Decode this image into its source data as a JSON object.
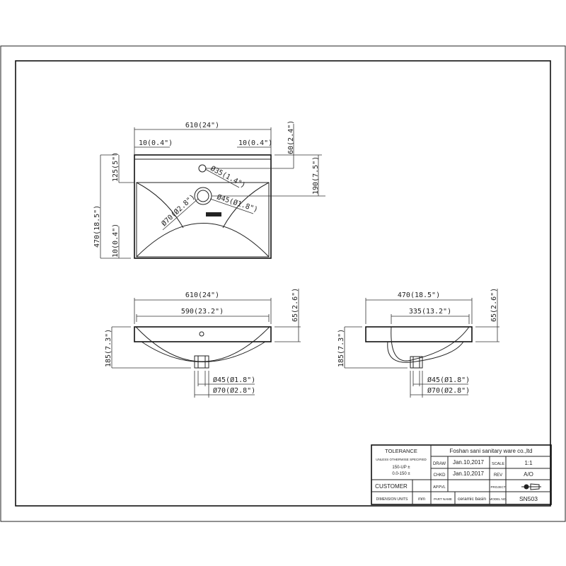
{
  "top_view": {
    "width": "610(24\")",
    "edge_left": "10(0.4\")",
    "edge_right": "10(0.4\")",
    "overflow_offset": "60(2.4\")",
    "depth": "470(18.5\")",
    "deck": "125(5\")",
    "bottom_edge": "10(0.4\")",
    "drain_offset": "190(7.5\")",
    "overflow_dia": "Ø35(1.4\")",
    "drain_dia": "Ø45(Ø1.8\")",
    "drain_outer_dia": "Ø70(Ø2.8\")"
  },
  "front_view": {
    "width": "610(24\")",
    "inner_width": "590(23.2\")",
    "rim_height": "65(2.6\")",
    "height": "185(7.3\")",
    "pipe_inner": "Ø45(Ø1.8\")",
    "pipe_outer": "Ø70(Ø2.8\")"
  },
  "side_view": {
    "depth": "470(18.5\")",
    "inner_depth": "335(13.2\")",
    "rim_height": "65(2.6\")",
    "height": "185(7.3\")",
    "pipe_inner": "Ø45(Ø1.8\")",
    "pipe_outer": "Ø70(Ø2.8\")"
  },
  "title_block": {
    "tolerance": "TOLERANCE",
    "unless": "UNLESS OTHERWISE SPECIFIED",
    "tol1": "150-UP ±",
    "tol2": "0.0-150 ±",
    "company": "Foshan sani sanitary ware co.,ltd",
    "draw_label": "DRAW",
    "draw_date": "Jan.10,2017",
    "scale_label": "SCALE",
    "scale_value": "1:1",
    "chkd_label": "CHKD",
    "chkd_date": "Jan.10,2017",
    "rev_label": "REV",
    "rev_value": "A/O",
    "customer_label": "CUSTOMER",
    "appvl_label": "APPVL",
    "project_label": "PROJECT",
    "dim_units_label": "DIMENSION UNITS",
    "dim_units_value": "mm",
    "part_name_label": "PART NAME",
    "part_name_value": "ceramic basin",
    "model_label": "MODEL NO.",
    "model_value": "SN503"
  }
}
